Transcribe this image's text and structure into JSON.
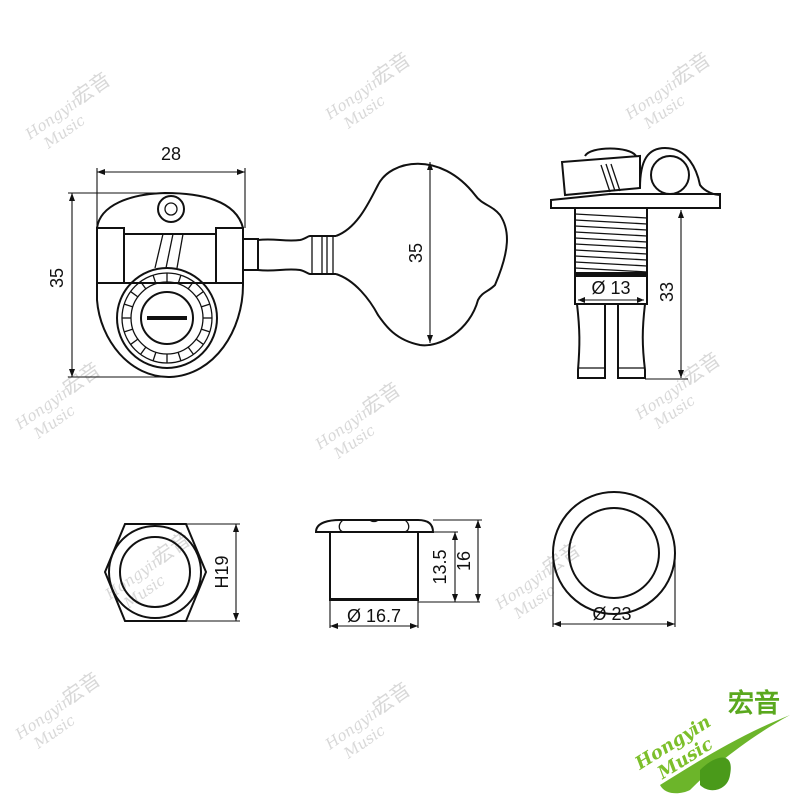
{
  "watermark": {
    "text_en_1": "Hongyin",
    "text_en_2": "Music",
    "text_cn": "宏音"
  },
  "logo": {
    "text_en_1": "Hongyin",
    "text_en_2": "Music",
    "text_cn": "宏音",
    "color_light": "#8cc63f",
    "color_dark": "#4a9a1a"
  },
  "views": {
    "front": {
      "width_label": "28",
      "height_label": "35"
    },
    "button": {
      "height_label": "35"
    },
    "side": {
      "diameter_label": "Ø 13",
      "height_label": "33"
    },
    "hex_nut": {
      "label": "H19"
    },
    "bushing": {
      "diameter_label": "Ø 16.7",
      "inner_height_label": "13.5",
      "outer_height_label": "16"
    },
    "washer": {
      "diameter_label": "Ø 23"
    }
  }
}
